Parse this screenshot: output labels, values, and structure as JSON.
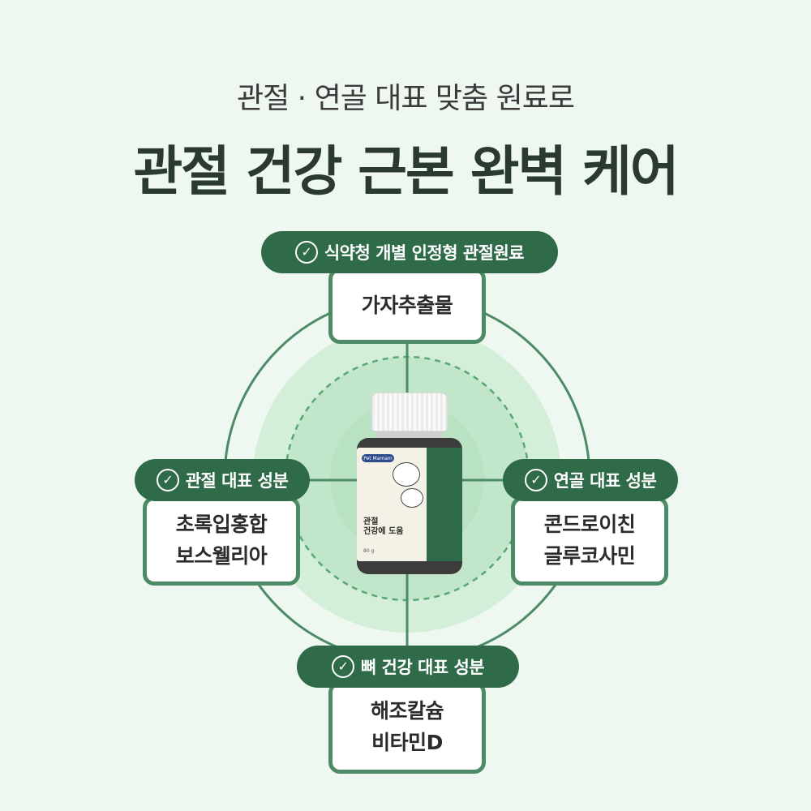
{
  "header": {
    "subtitle": "관절 · 연골 대표 맞춤 원료로",
    "title": "관절 건강 근본 완벽 케어"
  },
  "top": {
    "pill": "식약청 개별 인정형 관절원료",
    "items": [
      "가자추출물"
    ]
  },
  "left": {
    "pill": "관절 대표 성분",
    "items": [
      "초록입홍합",
      "보스웰리아"
    ]
  },
  "right": {
    "pill": "연골 대표 성분",
    "items": [
      "콘드로이친",
      "글루코사민"
    ]
  },
  "bottom": {
    "pill": "뼈 건강 대표 성분",
    "items": [
      "해조칼슘",
      "비타민D"
    ]
  },
  "product": {
    "brand": "Pet Mamam",
    "name_line1": "관절",
    "name_line2": "건강에 도움",
    "weight": "80 g"
  },
  "colors": {
    "background": "#eef8f0",
    "primary": "#2f6b49",
    "border": "#4d8a66"
  },
  "icons": {
    "check": "check-circle-icon"
  }
}
